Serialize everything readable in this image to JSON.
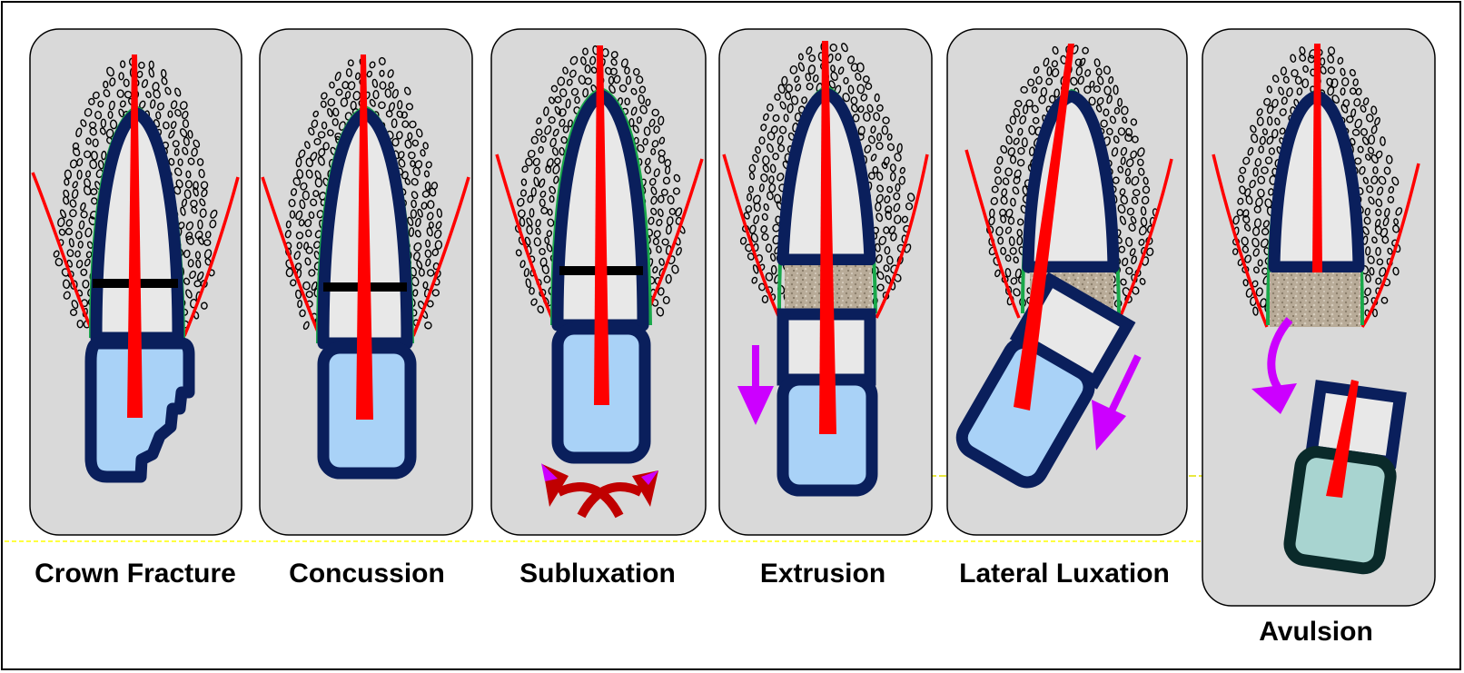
{
  "title": "",
  "panels": [
    {
      "id": "crown-fracture",
      "label": "Crown Fracture"
    },
    {
      "id": "concussion",
      "label": "Concussion"
    },
    {
      "id": "subluxation",
      "label": "Subluxation"
    },
    {
      "id": "extrusion",
      "label": "Extrusion"
    },
    {
      "id": "lateral-luxation",
      "label": "Lateral Luxation"
    },
    {
      "id": "avulsion",
      "label": "Avulsion"
    }
  ],
  "colors": {
    "panel_fill": "#d9d9d9",
    "tooth_outline": "#0a1f5c",
    "root_fill": "#e8e8e8",
    "crown_fill": "#a9d2f7",
    "pulp": "#ff0000",
    "gingiva": "#ff0000",
    "ligament": "#19a84a",
    "bone_dots": "#000000",
    "socket_fill": "#b8ab98",
    "movement_arrow": "#cc00ff",
    "mobility_arrow": "#c00000",
    "guide_line": "#ffff00"
  }
}
